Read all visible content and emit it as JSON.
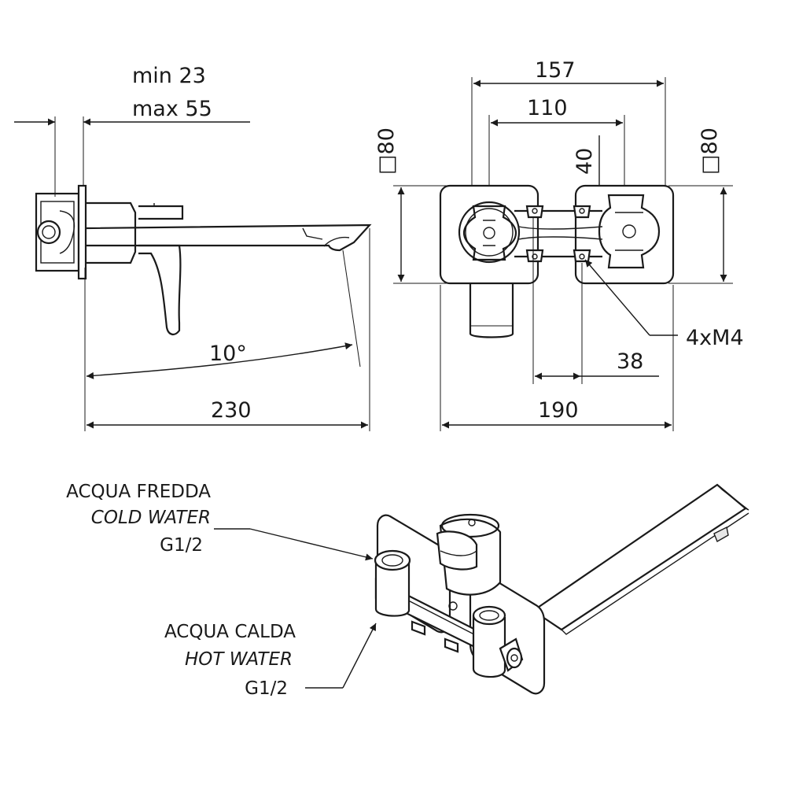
{
  "dimensions": {
    "min_depth": "min 23",
    "max_depth": "max 55",
    "spout_angle": "10°",
    "side_length": "230",
    "plate_centers": "157",
    "handle_centers": "110",
    "vertical_40": "40",
    "plate_square_left": "□80",
    "plate_square_right": "□80",
    "screws": "4xM4",
    "offset_38": "38",
    "overall_width": "190"
  },
  "labels": {
    "cold_it": "ACQUA FREDDA",
    "cold_en": "COLD WATER",
    "cold_thread": "G1/2",
    "hot_it": "ACQUA CALDA",
    "hot_en": "HOT WATER",
    "hot_thread": "G1/2"
  }
}
